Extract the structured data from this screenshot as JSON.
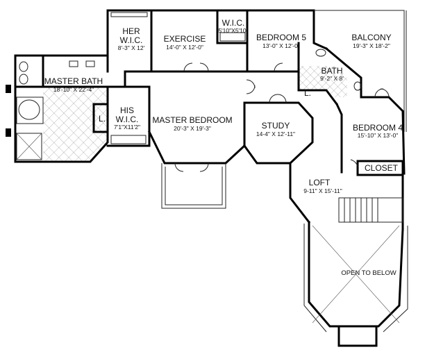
{
  "rooms": {
    "her_wic": {
      "name_1": "HER",
      "name_2": "W.I.C.",
      "dim": "8'-3\" X 12'"
    },
    "exercise": {
      "name": "EXERCISE",
      "dim": "14'-0\" X 12'-0\""
    },
    "wic": {
      "name": "W.I.C.",
      "dim": "5'10\"X5'10\""
    },
    "bedroom5": {
      "name": "BEDROOM 5",
      "dim": "13'-0\" X 12'-0\""
    },
    "balcony": {
      "name": "BALCONY",
      "dim": "19'-3\" X 18'-2\""
    },
    "bath": {
      "name": "BATH",
      "dim": "9'-2\" X 8'"
    },
    "master_bath": {
      "name": "MASTER BATH",
      "dim": "18'-10\" X 22'-4\""
    },
    "his_wic": {
      "name_1": "HIS",
      "name_2": "W.I.C.",
      "dim": "7'1\"X11'2\""
    },
    "master_bedroom": {
      "name": "MASTER BEDROOM",
      "dim": "20'-3\" X 19'-3\""
    },
    "study": {
      "name": "STUDY",
      "dim": "14-4\" X 12'-11\""
    },
    "bedroom4": {
      "name": "BEDROOM 4",
      "dim": "15'-10\" X 13'-0\""
    },
    "closet": {
      "name": "CLOSET"
    },
    "loft": {
      "name": "LOFT",
      "dim": "9-11\" X 15'-11\""
    },
    "open_to_below": {
      "name": "OPEN TO BELOW"
    }
  },
  "markers": {
    "linen_left": "L.",
    "linen_bath": "L."
  }
}
